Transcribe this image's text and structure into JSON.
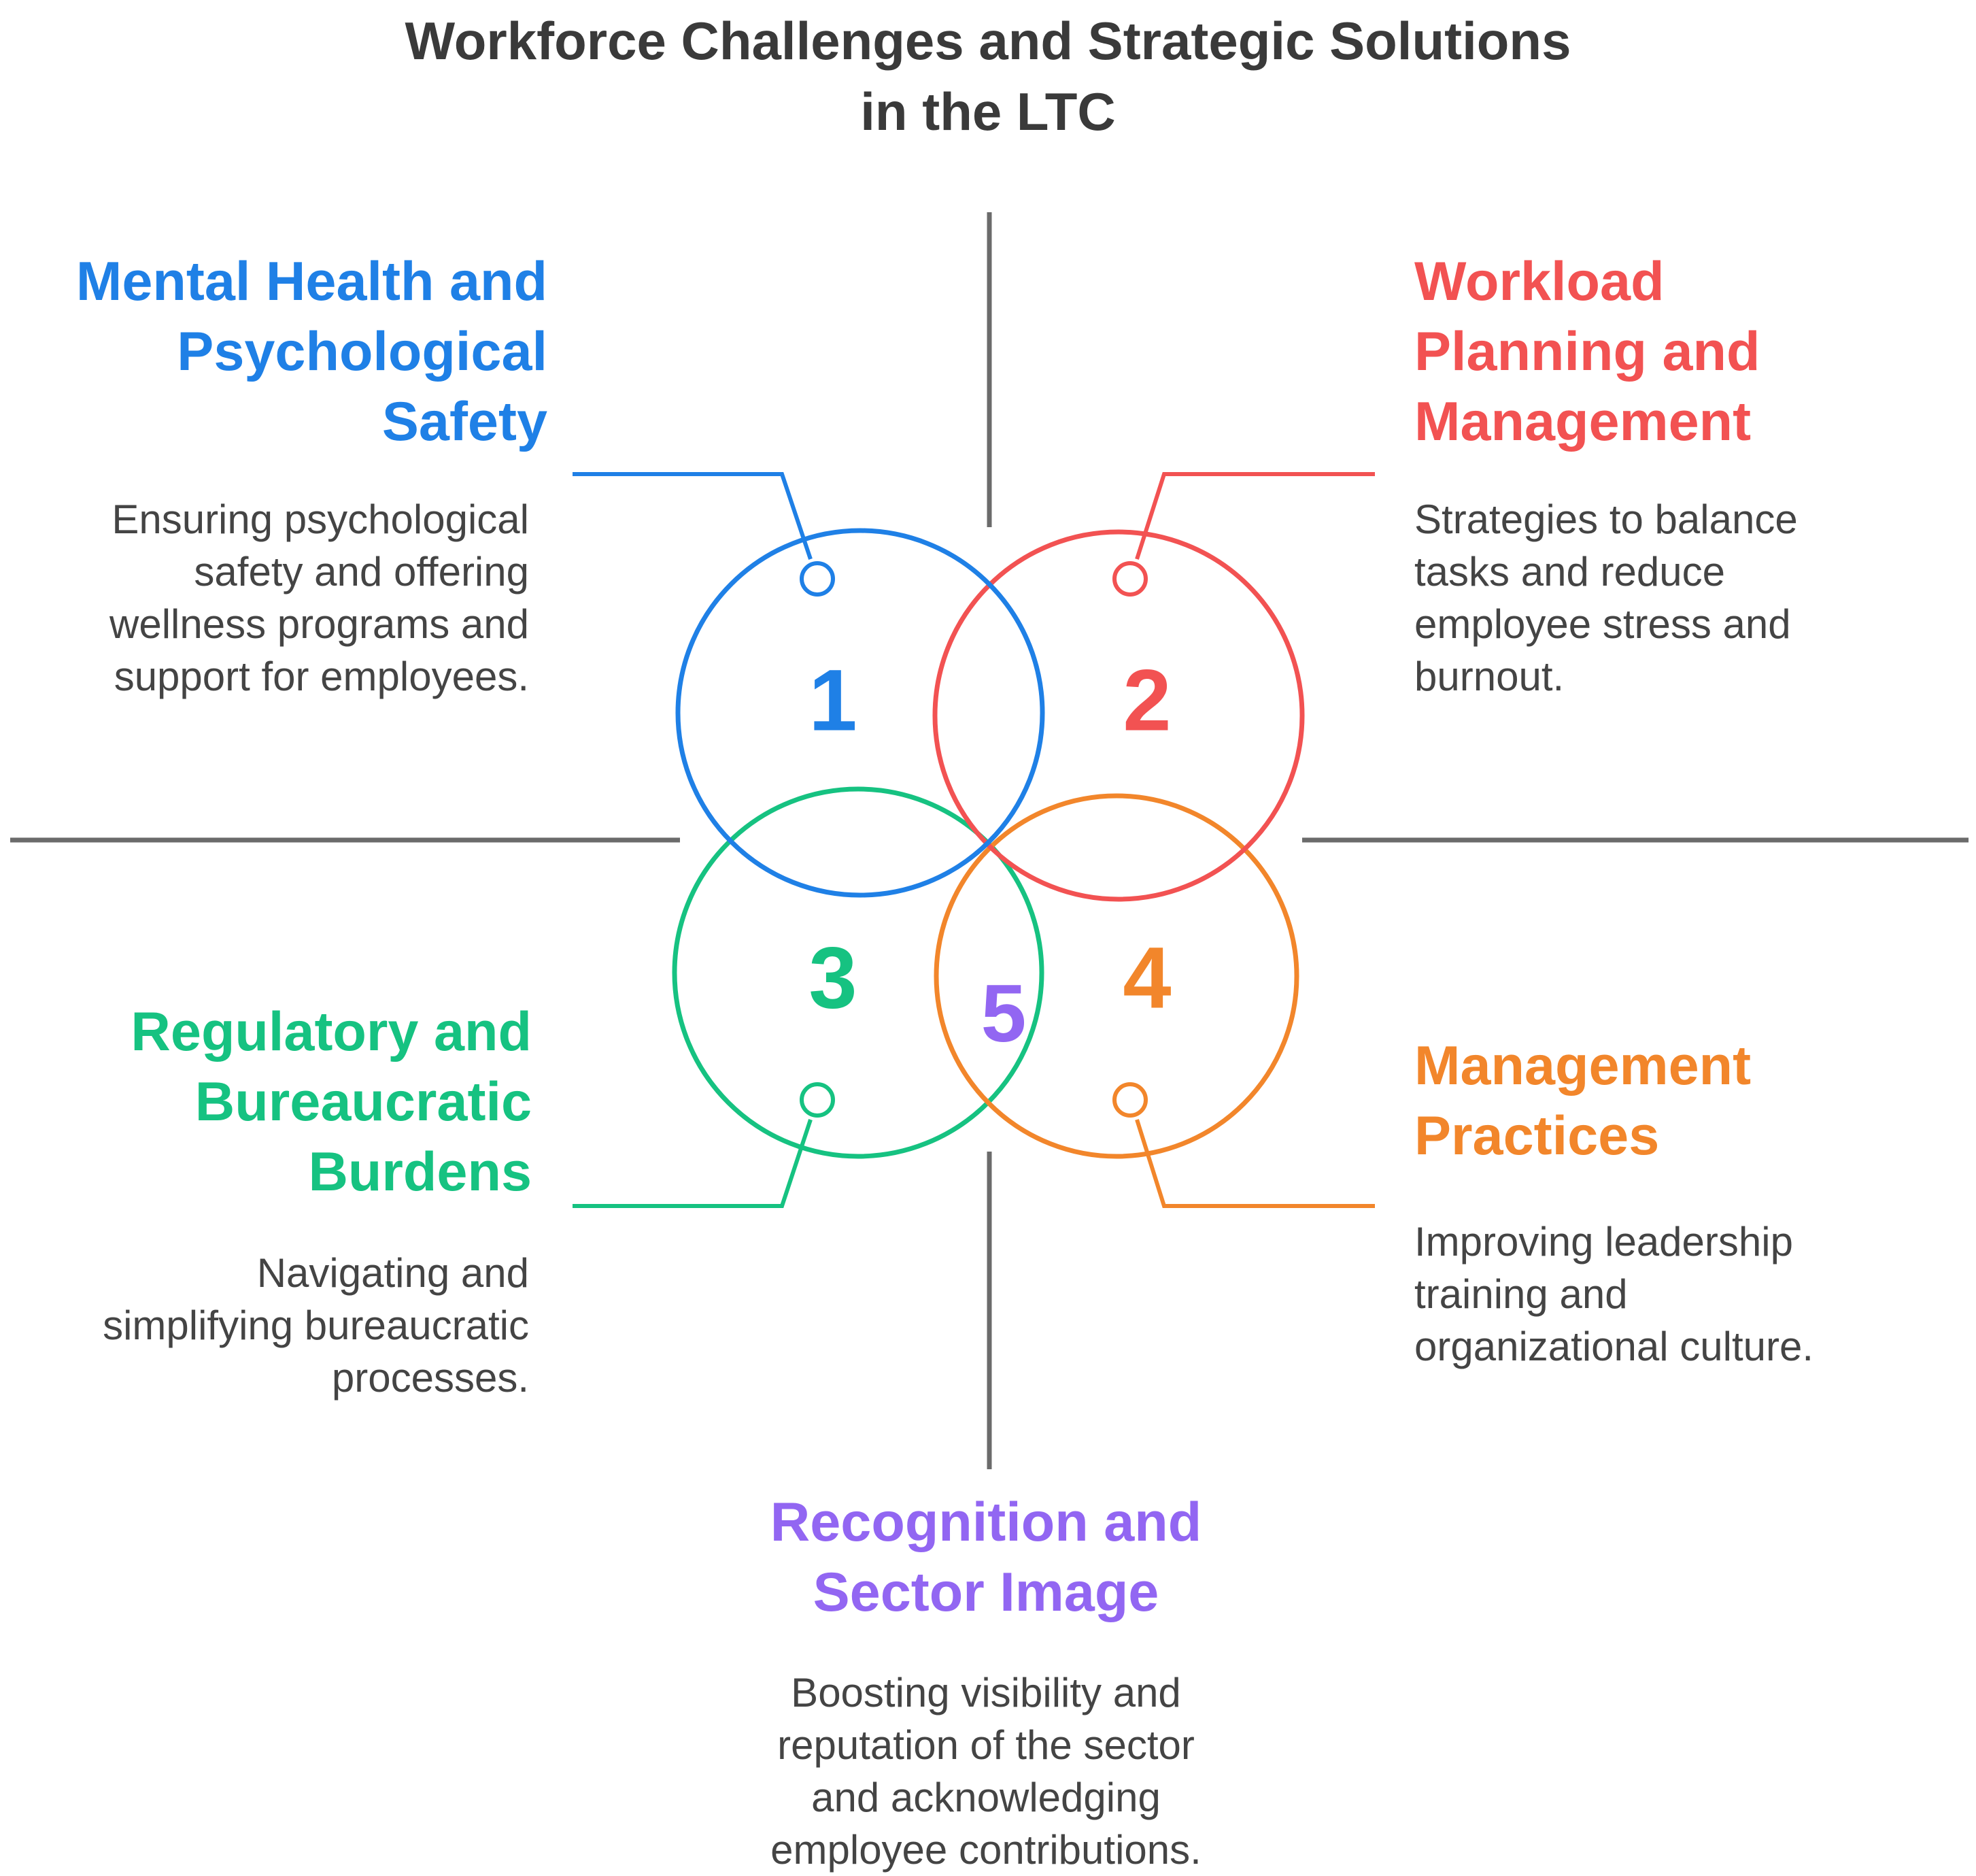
{
  "title": {
    "line1": "Workforce Challenges and Strategic Solutions",
    "line2": "in the LTC"
  },
  "items": [
    {
      "number": "1",
      "color": "#1f80e6",
      "heading": [
        "Mental Health and",
        "Psychological",
        "Safety"
      ],
      "description": [
        "Ensuring psychological",
        "safety and offering",
        "wellness programs and",
        "support for employees."
      ]
    },
    {
      "number": "2",
      "color": "#f25252",
      "heading": [
        "Workload",
        "Planning and",
        "Management"
      ],
      "description": [
        "Strategies to balance",
        "tasks and reduce",
        "employee stress and",
        "burnout."
      ]
    },
    {
      "number": "3",
      "color": "#16c281",
      "heading": [
        "Regulatory and",
        "Bureaucratic",
        "Burdens"
      ],
      "description": [
        "Navigating and",
        "simplifying bureaucratic",
        "processes."
      ]
    },
    {
      "number": "4",
      "color": "#f2862b",
      "heading": [
        "Management",
        "Practices"
      ],
      "description": [
        "Improving leadership",
        "training and",
        "organizational culture."
      ]
    },
    {
      "number": "5",
      "color": "#9266f2",
      "heading": [
        "Recognition and",
        "Sector Image"
      ],
      "description": [
        "Boosting visibility and",
        "reputation of the sector",
        "and acknowledging",
        "employee contributions."
      ]
    }
  ],
  "divider_color": "#6b6b6b"
}
